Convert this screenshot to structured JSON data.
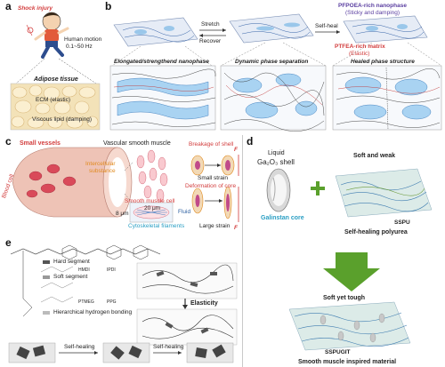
{
  "panels": {
    "a": {
      "label": "a",
      "shock": "Shock injury",
      "motion_line1": "Human motion",
      "motion_line2": "0.1~50 Hz",
      "tissue": "Adipose tissue",
      "ecm": "ECM (elastic)",
      "viscous": "Viscous lipid (damping)"
    },
    "b": {
      "label": "b",
      "pfpoea_line1": "PFPOEA-rich nanophase",
      "pfpoea_line2": "(Sticky and damping)",
      "ptfea_line1": "PTFEA-rich matrix",
      "ptfea_line2": "(Elastic)",
      "stretch": "Stretch",
      "recover": "Recover",
      "selfheal": "Self-heal",
      "cap1": "Elongated/strengthend nanophase",
      "cap2": "Dynamic phase separation",
      "cap3": "Healed phase structure"
    },
    "c": {
      "label": "c",
      "small_vessels": "Small vessels",
      "vsm": "Vascular smooth muscle",
      "intercellular_line1": "Intercellular",
      "intercellular_line2": "substance",
      "smc": "Smooth muscle cell",
      "blood_cell": "Blood cell",
      "um20": "20 μm",
      "um8": "8 μm",
      "cytoskeletal": "Cytoskeletal filaments",
      "breakage": "Breakage of shell",
      "small_strain": "Small strain",
      "deformation": "Deformation of core",
      "fluid": "Fluid",
      "large_strain": "Large strain",
      "force": "F"
    },
    "d": {
      "label": "d",
      "liquid": "Liquid",
      "ga2o3": "Ga₂O₃ shell",
      "soft_weak": "Soft and weak",
      "sspu": "SSPU",
      "galinstan": "Galinstan core",
      "shpu": "Self-healing polyurea",
      "soft_tough": "Soft yet tough",
      "sspugit": "SSPUGIT",
      "smooth_muscle": "Smooth muscle inspired material"
    },
    "e": {
      "label": "e",
      "hard_segment": "Hard segment",
      "soft_segment": "Soft segment",
      "hbond": "Hierarchical hydrogen bonding",
      "elasticity": "Elasticity",
      "selfheal1": "Self-healing",
      "selfheal2": "Self-healing",
      "mol1": "HMDI",
      "mol2": "IPDI",
      "mol3": "PTMEG",
      "mol4": "PPG"
    }
  },
  "colors": {
    "panel_border": "#c9c9c9",
    "red_text": "#d23c3c",
    "blue_text": "#2c5fa0",
    "purple_text": "#5a3ea0",
    "arrow_green": "#5aa02c",
    "vessel": "#e8b4a8",
    "cell_pink": "#e86a7a"
  }
}
